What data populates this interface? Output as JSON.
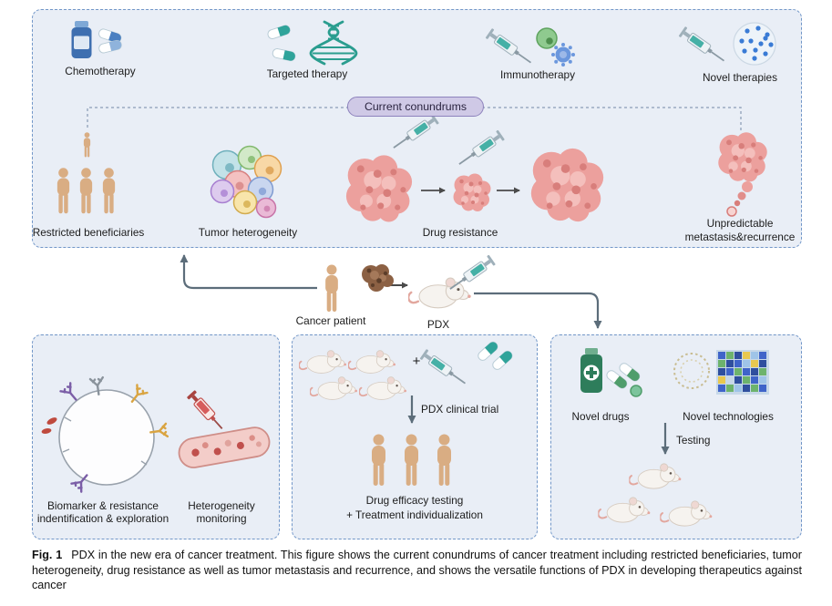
{
  "top_panel": {
    "therapies": [
      {
        "label": "Chemotherapy",
        "icon": "medicine-bottle-pills-icon"
      },
      {
        "label": "Targeted therapy",
        "icon": "pills-dna-icon"
      },
      {
        "label": "Immunotherapy",
        "icon": "syringe-immune-cells-icon"
      },
      {
        "label": "Novel therapies",
        "icon": "syringe-nanoparticle-icon"
      }
    ],
    "badge": "Current conundrums",
    "conundrums": [
      {
        "label": "Restricted beneficiaries",
        "icon": "people-group-icon"
      },
      {
        "label": "Tumor heterogeneity",
        "icon": "heterogeneous-cells-icon"
      },
      {
        "label": "Drug resistance",
        "icon": "tumor-progression-icon"
      },
      {
        "label": "Unpredictable metastasis&recurrence",
        "icon": "metastasis-icon"
      }
    ]
  },
  "middle": {
    "cancer_patient_label": "Cancer patient",
    "pdx_label": "PDX"
  },
  "bottom_left_panel": {
    "biomarker_line1": "Biomarker & resistance",
    "biomarker_line2": "indentification & exploration",
    "monitoring_line1": "Heterogeneity",
    "monitoring_line2": "monitoring"
  },
  "bottom_middle_panel": {
    "plus_sign": "+",
    "trial_label": "PDX clinical trial",
    "result_line1": "Drug efficacy testing",
    "result_line2": "+ Treatment individualization"
  },
  "bottom_right_panel": {
    "novel_drugs_label": "Novel drugs",
    "novel_tech_label": "Novel technologies",
    "testing_label": "Testing"
  },
  "caption": {
    "fig_label": "Fig. 1",
    "text": "PDX in the new era of cancer treatment. This figure shows the current conundrums of cancer treatment including restricted beneficiaries, tumor heterogeneity, drug resistance as well as tumor metastasis and recurrence, and shows the versatile functions of PDX in developing therapeutics against cancer"
  },
  "colors": {
    "panel_border": "#7196c8",
    "panel_bg": "#e9eef6",
    "badge_bg": "#cfc9e6",
    "badge_border": "#8d82bc",
    "arrow_gray": "#5c6d7a",
    "teal": "#2a9d8f",
    "tumor_pink": "#eca09d",
    "skin": "#d9ad83"
  }
}
